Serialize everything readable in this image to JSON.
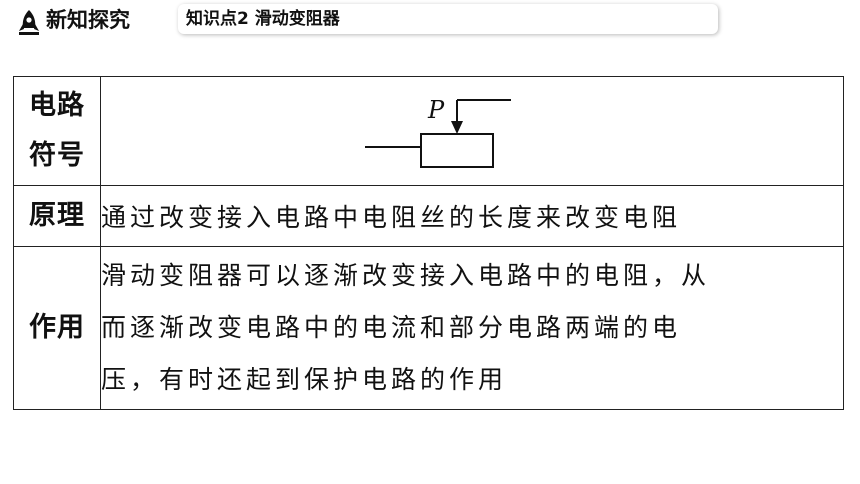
{
  "header": {
    "section_title": "新知探究",
    "tab_label": "知识点2  滑动变阻器"
  },
  "table": {
    "rows": [
      {
        "label": "电路符号",
        "symbol": {
          "slider_label": "P"
        }
      },
      {
        "label": "原理",
        "text": "通过改变接入电路中电阻丝的长度来改变电阻"
      },
      {
        "label": "作用",
        "lines": [
          "滑动变阻器可以逐渐改变接入电路中的电阻，从",
          "而逐渐改变电路中的电流和部分电路两端的电",
          "压，有时还起到保护电路的作用"
        ]
      }
    ]
  },
  "colors": {
    "text": "#111111",
    "border": "#222222"
  },
  "icons": {
    "header_logo": "rocket-icon"
  }
}
